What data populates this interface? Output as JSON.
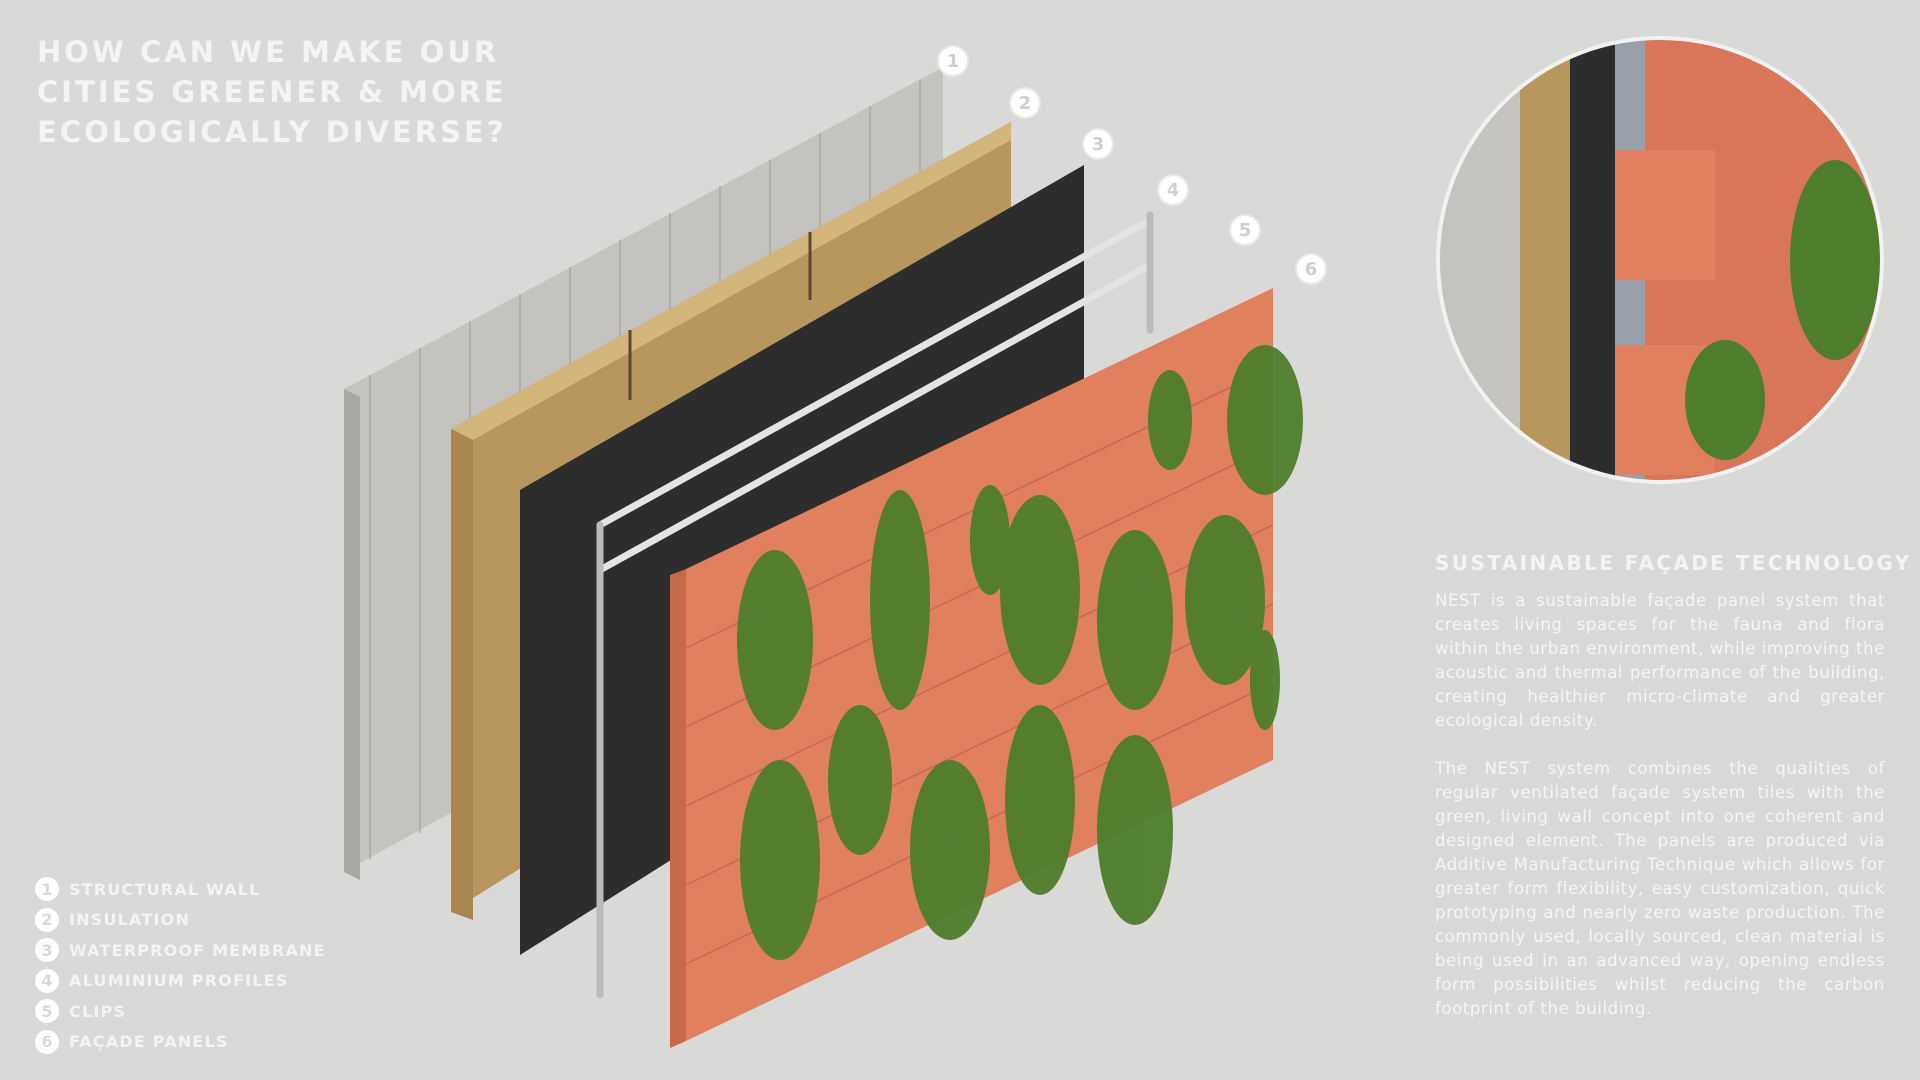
{
  "title": {
    "lines": [
      "HOW CAN WE MAKE OUR",
      "CITIES GREENER & MORE",
      "ECOLOGICALLY DIVERSE?"
    ]
  },
  "legend": [
    {
      "num": "1",
      "label": "STRUCTURAL WALL"
    },
    {
      "num": "2",
      "label": "INSULATION"
    },
    {
      "num": "3",
      "label": "WATERPROOF MEMBRANE"
    },
    {
      "num": "4",
      "label": "ALUMINIUM PROFILES"
    },
    {
      "num": "5",
      "label": "CLIPS"
    },
    {
      "num": "6",
      "label": "FAÇADE PANELS"
    }
  ],
  "callouts": [
    "1",
    "2",
    "3",
    "4",
    "5",
    "6"
  ],
  "info": {
    "heading": "SUSTAINABLE FAÇADE TECHNOLOGY",
    "paragraph1": "NEST is a sustainable façade panel system that creates living spaces for the fauna and flora within the urban environment, while improving the acoustic and thermal performance of the building, creating healthier micro-climate and greater ecological density.",
    "paragraph2": "The NEST system combines the qualities of regular ventilated façade system tiles with the green, living wall concept into one coherent and designed element. The panels are produced via Additive Manufacturing Technique which allows for greater form flexibility, easy customization, quick prototyping and nearly zero waste production. The commonly used, locally sourced, clean material is being used in an advanced way, opening endless form possibilities whilst reducing the carbon footprint of the building."
  },
  "colors": {
    "background": "#d9d9d8",
    "concrete": "#bdbcb8",
    "insulation": "#c8a670",
    "membrane": "#2b2b2b",
    "panel": "#e0805e",
    "plant": "#4e7d2c"
  }
}
